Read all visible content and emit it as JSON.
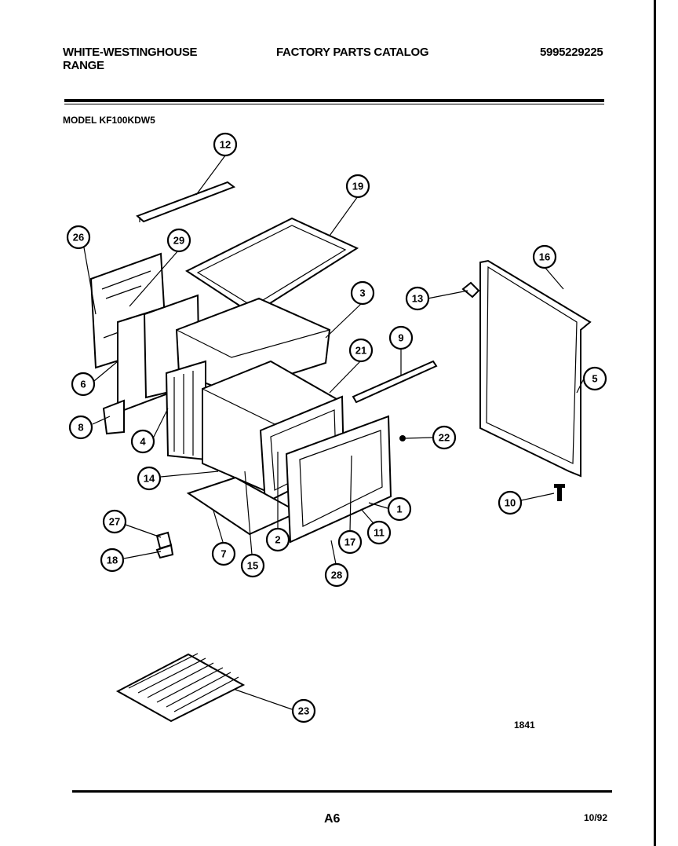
{
  "header": {
    "brand_line1": "WHITE-WESTINGHOUSE",
    "brand_line2": "RANGE",
    "catalog_title": "FACTORY PARTS CATALOG",
    "catalog_number": "5995229225"
  },
  "model": "MODEL KF100KDW5",
  "diagram_code": "1841",
  "footer": {
    "page": "A6",
    "date": "10/92"
  },
  "callouts": [
    "12",
    "19",
    "26",
    "29",
    "3",
    "16",
    "13",
    "9",
    "21",
    "5",
    "6",
    "8",
    "4",
    "22",
    "14",
    "1",
    "10",
    "27",
    "2",
    "17",
    "11",
    "18",
    "7",
    "15",
    "28",
    "23"
  ]
}
